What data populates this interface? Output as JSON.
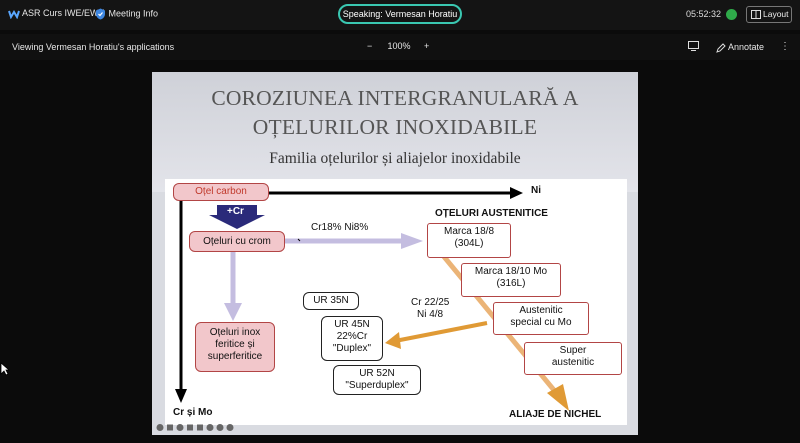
{
  "topbar": {
    "meeting_name": "ASR Curs IWE/EWE",
    "meeting_info": "Meeting Info",
    "speaking": "Speaking: Vermesan Horatiu",
    "time": "05:52:32",
    "layout": "Layout"
  },
  "toolbar": {
    "viewing": "Viewing Vermesan Horatiu's applications",
    "zoom_minus": "−",
    "zoom": "100%",
    "zoom_plus": "+",
    "annotate": "Annotate"
  },
  "slide": {
    "title_line1": "COROZIUNEA INTERGRANULARĂ A",
    "title_line2": "OȚELURILOR INOXIDABILE",
    "subtitle": "Familia oțelurilor și aliajelor inoxidabile",
    "diagram": {
      "otel_carbon": "Oțel carbon",
      "ni": "Ni",
      "plus_cr": "+Cr",
      "oteluri_austenitice": "OȚELURI AUSTENITICE",
      "oteluri_cu_crom": "Oțeluri cu crom",
      "cr18_ni8": "Cr18% Ni8%",
      "marca_18_8_l1": "Marca 18/8",
      "marca_18_8_l2": "(304L)",
      "marca_18_10_l1": "Marca 18/10 Mo",
      "marca_18_10_l2": "(316L)",
      "austenitic_l1": "Austenitic",
      "austenitic_l2": "special cu Mo",
      "super_l1": "Super",
      "super_l2": "austenitic",
      "cr22_l1": "Cr 22/25",
      "cr22_l2": "Ni 4/8",
      "ur35": "UR 35N",
      "ur45_l1": "UR 45N",
      "ur45_l2": "22%Cr",
      "ur45_l3": "\"Duplex\"",
      "ur52_l1": "UR 52N",
      "ur52_l2": "\"Superduplex\"",
      "inox_l1": "Oțeluri inox",
      "inox_l2": "feritice și",
      "inox_l3": "superferitice",
      "cr_si_mo": "Cr și Mo",
      "aliaje_nichel": "ALIAJE DE NICHEL"
    }
  },
  "colors": {
    "accent_speaking": "#3ac7b1",
    "status_green": "#2faa4a",
    "lavender_arrow": "#c4bde0",
    "orange_arrow": "#e09a35",
    "pink_box": "#f2c7cb",
    "box_border": "#b24545",
    "navy_arrow": "#2a2a7a"
  }
}
